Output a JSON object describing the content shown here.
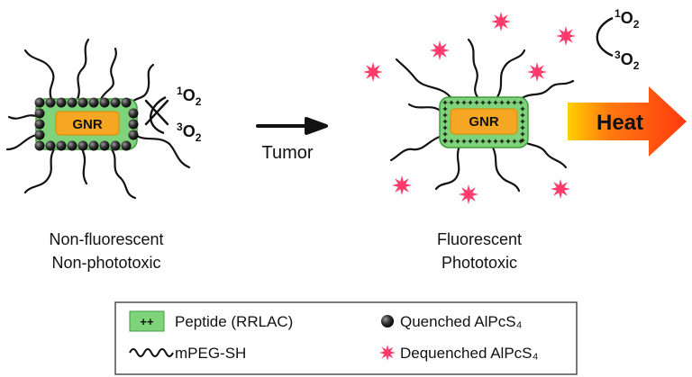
{
  "left_panel": {
    "gnr_label": "GNR",
    "singlet_oxygen": {
      "sup": "1",
      "base": "O",
      "sub": "2"
    },
    "triplet_oxygen": {
      "sup": "3",
      "base": "O",
      "sub": "2"
    },
    "caption_line1": "Non-fluorescent",
    "caption_line2": "Non-phototoxic"
  },
  "transition": {
    "arrow_label": "Tumor"
  },
  "right_panel": {
    "gnr_label": "GNR",
    "singlet_oxygen": {
      "sup": "1",
      "base": "O",
      "sub": "2"
    },
    "triplet_oxygen": {
      "sup": "3",
      "base": "O",
      "sub": "2"
    },
    "heat_label": "Heat",
    "caption_line1": "Fluorescent",
    "caption_line2": "Phototoxic"
  },
  "legend": {
    "peptide_symbol": "++",
    "peptide_label": "Peptide (RRLAC)",
    "mpeg_label": "mPEG-SH",
    "quenched_label": "Quenched AlPcS₄",
    "dequenched_label": "Dequenched AlPcS₄"
  },
  "colors": {
    "gnr_fill": "#f5a623",
    "gnr_border": "#d98a00",
    "peptide_fill": "#7fd37a",
    "peptide_border": "#3f9d3a",
    "heat_arrow": "#ff4a1a",
    "dequenched_star": "#ff3b6b",
    "quenched_dot": "#333333",
    "text": "#111111"
  }
}
